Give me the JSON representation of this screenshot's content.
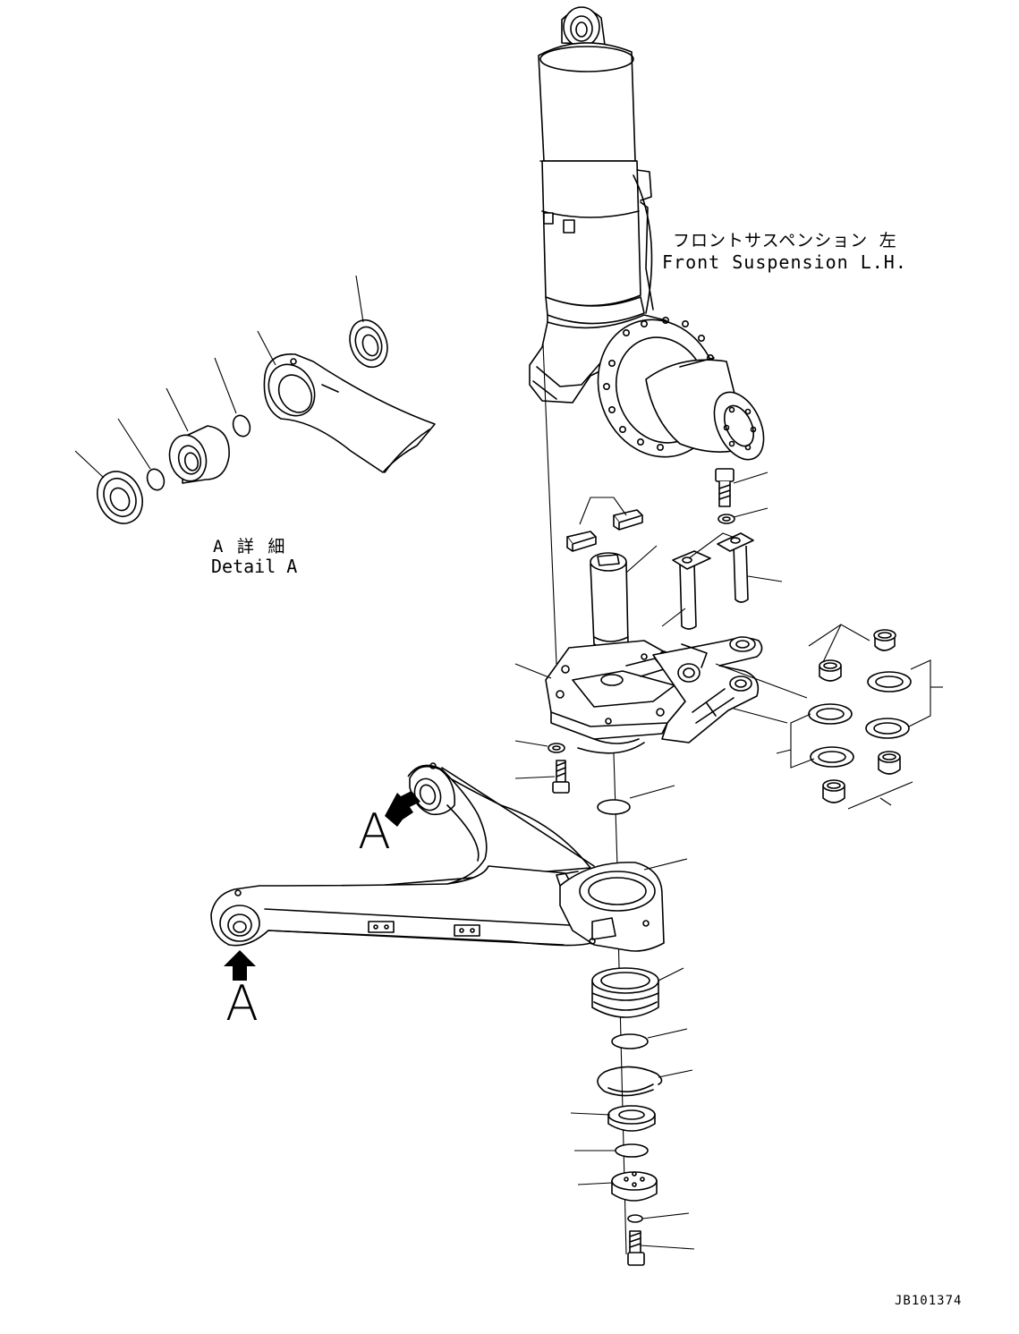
{
  "labels": {
    "front_suspension_jp": "フロントサスペンション 左",
    "front_suspension_en": "Front Suspension L.H.",
    "detail_jp": "A 詳 細",
    "detail_en": "Detail A",
    "view_marker_upper": "A",
    "view_marker_lower": "A",
    "drawing_code": "JB101374"
  },
  "colors": {
    "line": "#000000",
    "background": "#ffffff"
  },
  "icons": [
    "view-arrow-icon",
    "view-arrow-icon"
  ]
}
